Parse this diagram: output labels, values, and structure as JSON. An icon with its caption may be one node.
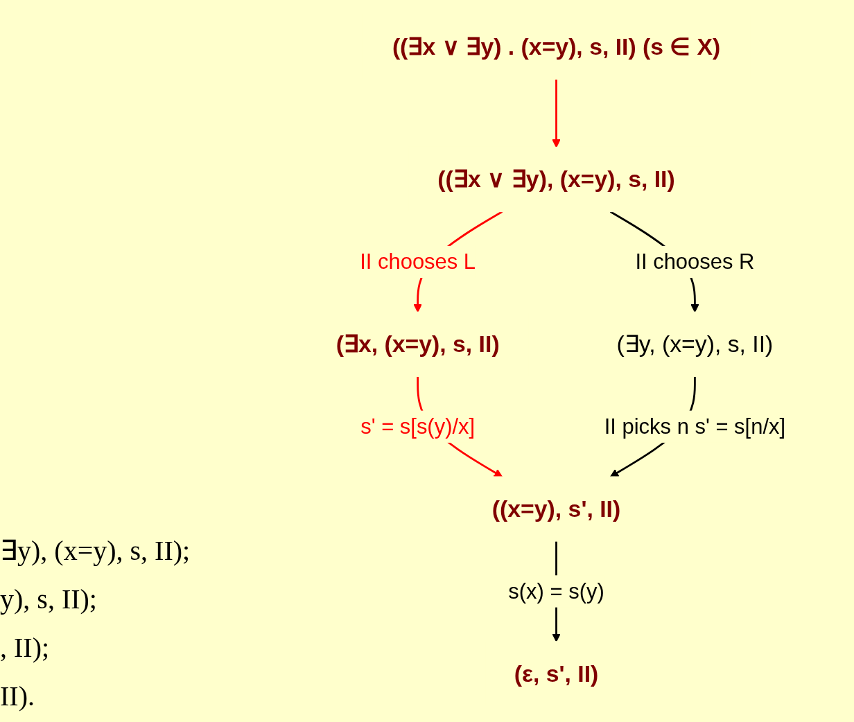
{
  "diagram": {
    "nodes": [
      {
        "text": [
          "((∃x ∨ ∃y) . (x=y), s, II) (s ∈ X)"
        ]
      },
      {
        "text": [
          "((∃x ∨ ∃y), (x=y), s, II)"
        ]
      },
      {
        "text": [
          "(∃x, (x=y), s, II)"
        ]
      },
      {
        "text": [
          "(∃y, (x=y), s, II)"
        ]
      },
      {
        "text": [
          "((x=y), s', II)"
        ]
      },
      {
        "text": [
          "(ε, s', II)"
        ]
      }
    ],
    "edges": [
      {
        "from": 0,
        "to": 1,
        "arrow": "to",
        "color": "#ff0000"
      },
      {
        "from": 1,
        "to": 2,
        "arrow": "to",
        "label": "II chooses L",
        "color": "#ff0000"
      },
      {
        "from": 1,
        "to": 3,
        "arrow": "to",
        "label": "II chooses R",
        "color": "#000000"
      },
      {
        "from": 2,
        "to": 4,
        "arrow": "to",
        "label": "s' = s[s(y)/x]",
        "color": "#ff0000"
      },
      {
        "from": 3,
        "to": 4,
        "arrow": "to",
        "label": "II picks n s' = s[n/x]",
        "color": "#000000"
      },
      {
        "from": 4,
        "to": 5,
        "arrow": "to",
        "label": "s(x) = s(y)",
        "color": "#000000"
      }
    ],
    "labels": [
      "∃y), (x=y), s, II);",
      "y), s, II);",
      ", II);",
      "II)."
    ]
  }
}
